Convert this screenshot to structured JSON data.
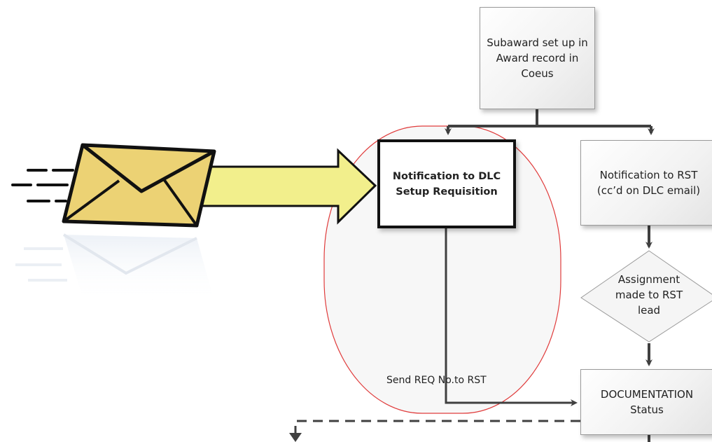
{
  "nodes": {
    "subaward": {
      "lines": [
        "Subaward set up in",
        "Award record in",
        "Coeus"
      ]
    },
    "notify_dlc": {
      "lines": [
        "Notification to DLC",
        "Setup Requisition"
      ]
    },
    "notify_rst": {
      "lines": [
        "Notification to RST",
        "(cc’d on DLC email)"
      ]
    },
    "assignment": {
      "lines": [
        "Assignment",
        "made to RST",
        "lead"
      ]
    },
    "documentation": {
      "lines": [
        "DOCUMENTATION",
        "Status"
      ]
    }
  },
  "edges": {
    "send_req_label": "Send REQ No.to RST"
  },
  "icons": {
    "email": "envelope-icon",
    "arrow": "big-arrow-icon"
  },
  "colors": {
    "envelope_fill": "#ecd274",
    "arrow_fill": "#f2ef8c",
    "highlight_oval": "#e03c3c",
    "connector": "#404040"
  }
}
